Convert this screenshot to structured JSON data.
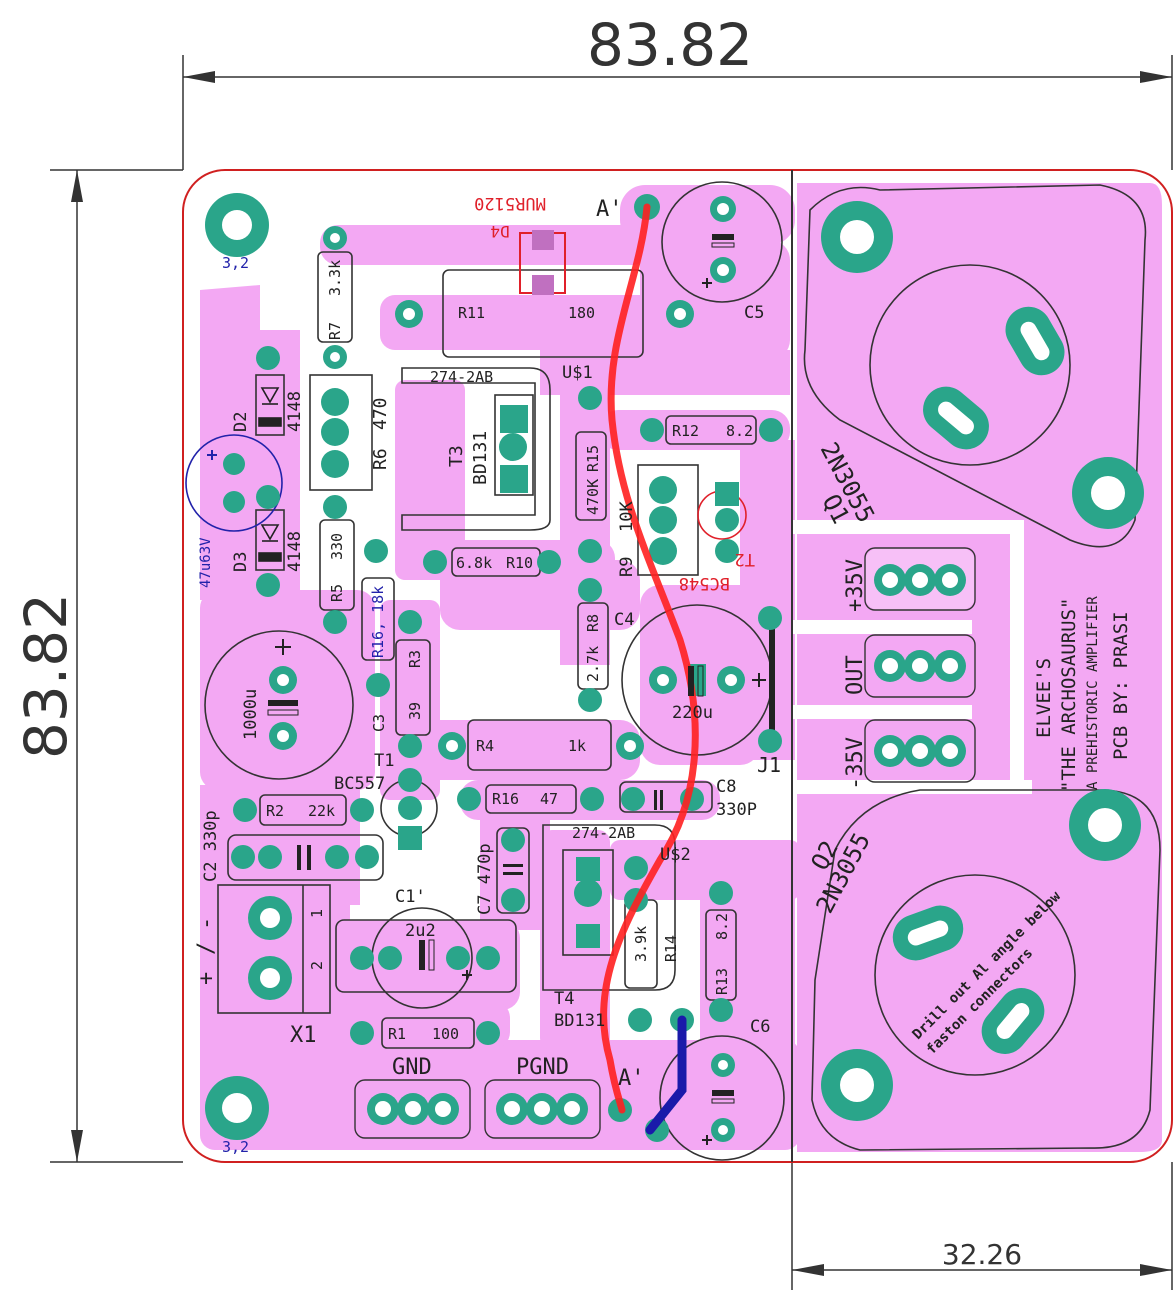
{
  "dimensions": {
    "top_width": "83.82",
    "left_height": "83.82",
    "bottom_width": "32.26"
  },
  "colors": {
    "copper": "#f3a8f3",
    "pad": "#2aa58a",
    "board_edge": "#d02020",
    "red_wire": "#ff2020",
    "blue_wire": "#1a1aaa"
  },
  "holes": {
    "mount_label": "3,2"
  },
  "components": {
    "d4": "D4",
    "d4_part": "MUR5120",
    "r11": "R11",
    "r11_val": "180",
    "c5": "C5",
    "r7": "R7",
    "r7_val": "3.3k",
    "u1": "U$1",
    "u1_pkg": "274-2AB",
    "d2": "D2",
    "d2_val": "4148",
    "d3": "D3",
    "d3_val": "4148",
    "r6": "R6",
    "r6_val": "470",
    "t3": "T3",
    "t3_part": "BD131",
    "r15": "R15",
    "r15_val": "470K",
    "r12": "R12",
    "r12_val": "8.2",
    "r9": "R9",
    "r9_val": "10K",
    "t2": "T2",
    "t2_part": "BC548",
    "cap47": "47u63V",
    "r5": "R5",
    "r5_val": "330",
    "r10": "R10",
    "r10_val": "6.8k",
    "r16a": "R16, 18k",
    "r8": "R8",
    "r8_val": "2.7k",
    "c4": "C4",
    "c4_val": "220u",
    "c1000": "1000u",
    "c3": "C3",
    "r3": "R3",
    "r3_val": "39",
    "r4": "R4",
    "r4_val": "1k",
    "j1": "J1",
    "t1": "T1",
    "t1_part": "BC557",
    "r2": "R2",
    "r2_val": "22k",
    "r16b": "R16",
    "r16b_val": "47",
    "c8": "C8",
    "c8_val": "330P",
    "c2": "C2 330p",
    "c7": "C7 470p",
    "u2": "U$2",
    "u2_pkg": "274-2AB",
    "c1": "C1'",
    "c1_val": "2u2",
    "r14": "R14",
    "r14_val": "3.9k",
    "r13": "R13",
    "r13_val": "8.2",
    "t4": "T4",
    "t4_part": "BD131",
    "c6": "C6",
    "x1": "X1",
    "r1": "R1",
    "r1_val": "100",
    "a_top": "A'",
    "a_bottom": "A'",
    "q1": "Q1",
    "q1_part": "2N3055",
    "q2": "Q2",
    "q2_part": "2N3055"
  },
  "connectors": {
    "plus35": "+35V",
    "out": "OUT",
    "minus35": "-35V",
    "gnd": "GND",
    "pgnd": "PGND",
    "x1_minus": "-",
    "x1_slash": "/",
    "x1_plus": "+",
    "x1_pin1": "1",
    "x1_pin2": "2"
  },
  "credits": {
    "line1": "ELVEE'S",
    "line2": "\"THE ARCHOSAURUS\"",
    "line3": "A PREHISTORIC AMPLIFIER",
    "line4": "PCB BY: PRASI"
  },
  "note": {
    "line1": "Drill out Al angle below",
    "line2": "faston connectors"
  }
}
